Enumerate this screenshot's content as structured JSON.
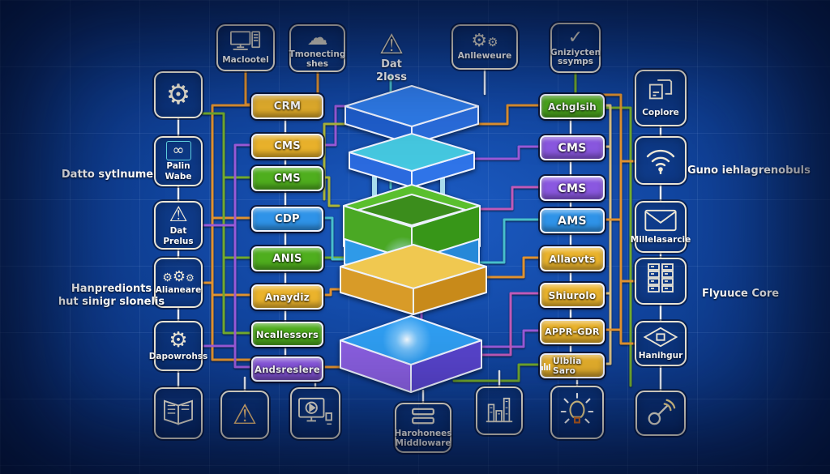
{
  "top_row": {
    "maclootel": {
      "label": "Maclootel"
    },
    "tmonecting": {
      "line1": "Tmonecting",
      "line2": "shes"
    },
    "dat2loss": {
      "label": "Dat 2loss"
    },
    "anlleweure": {
      "label": "Anlleweure"
    },
    "gniziycten": {
      "line1": "Gniziycten",
      "line2": "ssymps"
    }
  },
  "left_stack": {
    "items": [
      {
        "label": "CRM",
        "color": "#eab32c"
      },
      {
        "label": "CMS",
        "color": "#eab32c"
      },
      {
        "label": "CMS",
        "color": "#4fae1e"
      },
      {
        "label": "CDP",
        "color": "#2f93e8"
      },
      {
        "label": "ANIS",
        "color": "#4fae1e"
      },
      {
        "label": "Anaydiz",
        "color": "#eab32c"
      },
      {
        "label": "Ncallessors",
        "color": "#4fae1e"
      },
      {
        "label": "Andsreslere",
        "color": "#8a58e0"
      }
    ]
  },
  "right_stack": {
    "items": [
      {
        "label": "Achglsih",
        "color": "#4fae1e"
      },
      {
        "label": "CMS",
        "color": "#8a58e0"
      },
      {
        "label": "CMS",
        "color": "#8a58e0"
      },
      {
        "label": "AMS",
        "color": "#2f93e8"
      },
      {
        "label": "Allaovts",
        "color": "#eab32c"
      },
      {
        "label": "Shiurolo",
        "color": "#eab32c"
      },
      {
        "label": "APPR–GDR",
        "color": "#eab32c"
      },
      {
        "label": "Ulblia Saro",
        "color": "#eab32c"
      }
    ]
  },
  "left_column": {
    "palin_wabe": "Palin Wabe",
    "dat_prelus": "Dat Prelus",
    "alianeare": "Alianeare",
    "dapowrohss": "Dapowrohss"
  },
  "right_column": {
    "coplore": "Coplore",
    "millelasarcie": "Millelasarcie",
    "hanihgur": "Hanihgur"
  },
  "floating_text": {
    "datto": "Datto sytlnume",
    "hanpredionts_line1": "Hanpredionts",
    "hanpredionts_line2": "hut sinigr slonelis",
    "guno": "Guno iehlagrenobuls",
    "flyuuce": "Flyuuce Core"
  },
  "bottom_row": {
    "middleware_line1": "Harohonees",
    "middleware_line2": "Middloware"
  },
  "colors": {
    "background": "#0c347e",
    "node_yellow": "#eab32c",
    "node_green": "#4fae1e",
    "node_blue": "#2f93e8",
    "node_purple": "#8a58e0",
    "pipe_orange": "#e09230",
    "pipe_green": "#72aa2e",
    "pipe_purple": "#9a5ad8",
    "pipe_teal": "#48c0cc",
    "pipe_magenta": "#c05ab8",
    "pipe_tan": "#d9c083",
    "wire_white": "#e9eef8"
  }
}
